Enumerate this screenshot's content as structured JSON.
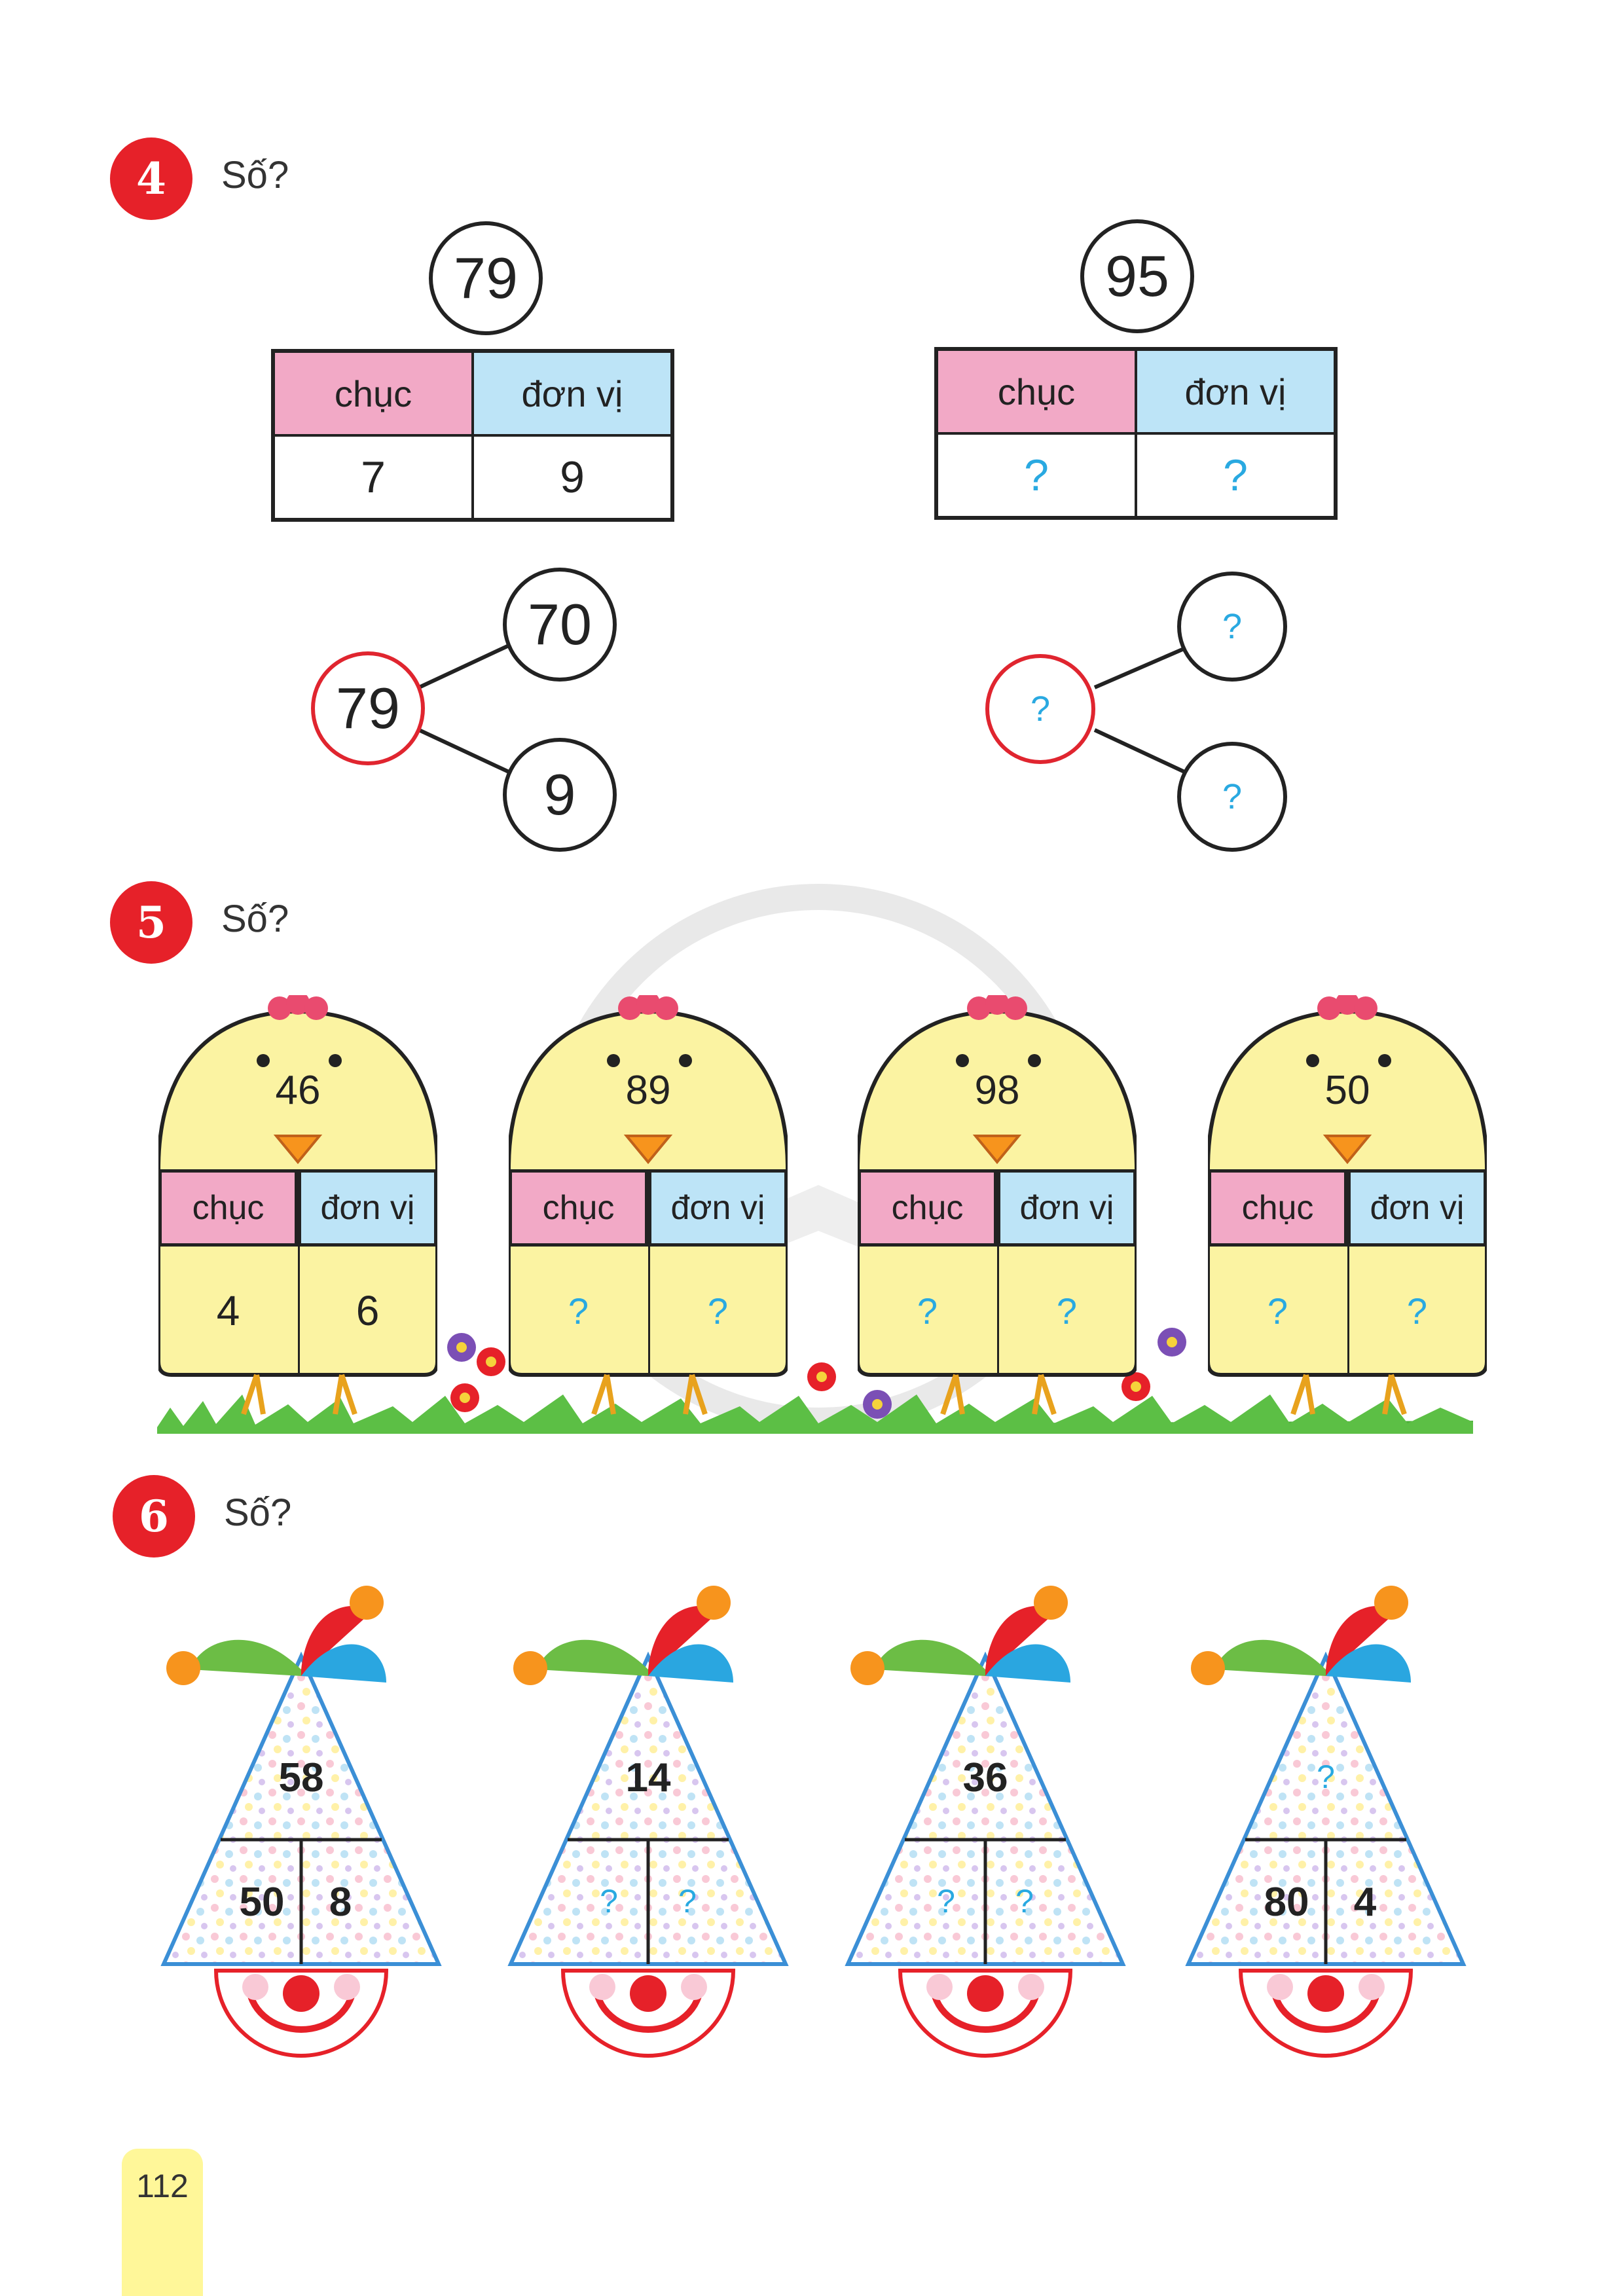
{
  "q4": {
    "number": "4",
    "title": "Số?",
    "left": {
      "total": "79",
      "headers": [
        "chục",
        "đơn vị"
      ],
      "values": [
        "7",
        "9"
      ],
      "split_whole": "79",
      "split_parts": [
        "70",
        "9"
      ]
    },
    "right": {
      "total": "95",
      "headers": [
        "chục",
        "đơn vị"
      ],
      "values": [
        "?",
        "?"
      ],
      "split_whole": "?",
      "split_parts": [
        "?",
        "?"
      ]
    }
  },
  "q5": {
    "number": "5",
    "title": "Số?",
    "chicks": [
      {
        "number": "46",
        "chuc": "4",
        "donvi": "6"
      },
      {
        "number": "89",
        "chuc": "?",
        "donvi": "?"
      },
      {
        "number": "98",
        "chuc": "?",
        "donvi": "?"
      },
      {
        "number": "50",
        "chuc": "?",
        "donvi": "?"
      }
    ],
    "header_chuc": "chục",
    "header_donvi": "đơn vị"
  },
  "q6": {
    "number": "6",
    "title": "Số?",
    "clowns": [
      {
        "top": "58",
        "left": "50",
        "right": "8"
      },
      {
        "top": "14",
        "left": "?",
        "right": "?"
      },
      {
        "top": "36",
        "left": "?",
        "right": "?"
      },
      {
        "top": "?",
        "left": "80",
        "right": "4"
      }
    ]
  },
  "page_number": "112",
  "colors": {
    "badge_red": "#e62129",
    "pink_header": "#f2a9c6",
    "blue_header": "#bde4f7",
    "chick_yellow": "#fbf3a2",
    "question_blue": "#29a9e1",
    "page_tab": "#fff799"
  }
}
